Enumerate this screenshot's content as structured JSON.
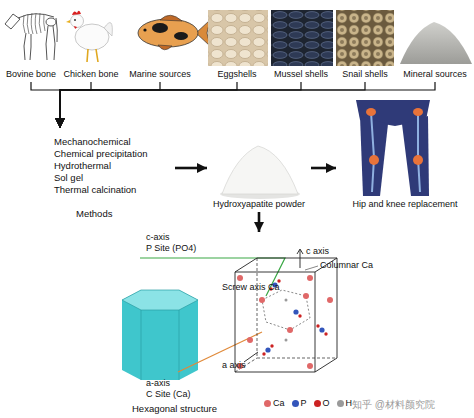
{
  "diagram": {
    "nodes": [
      {
        "text": [
          "Bovine bone"
        ]
      },
      {
        "text": [
          "Chicken bone"
        ]
      },
      {
        "text": [
          "Marine sources"
        ]
      },
      {
        "text": [
          "Eggshells"
        ]
      },
      {
        "text": [
          "Mussel shells"
        ]
      },
      {
        "text": [
          "Snail shells"
        ]
      },
      {
        "text": [
          "Mineral sources"
        ]
      },
      {
        "text": [
          "Mechanochemical",
          "Chemical precipitation",
          "Hydrothermal",
          "Sol gel",
          "Thermal calcination",
          "Methods"
        ]
      },
      {
        "text": [
          "Hydroxyapatite powder"
        ]
      },
      {
        "text": [
          "Hip and knee replacement"
        ]
      },
      {
        "text": [
          "Hexagonal structure"
        ]
      }
    ],
    "edges": [
      {
        "from": 0,
        "to": 7,
        "arrow": "to"
      },
      {
        "from": 1,
        "to": 7,
        "arrow": "to"
      },
      {
        "from": 2,
        "to": 7,
        "arrow": "to"
      },
      {
        "from": 3,
        "to": 7,
        "arrow": "to"
      },
      {
        "from": 4,
        "to": 7,
        "arrow": "to"
      },
      {
        "from": 5,
        "to": 7,
        "arrow": "to"
      },
      {
        "from": 6,
        "to": 7,
        "arrow": "to"
      },
      {
        "from": 7,
        "to": 8,
        "arrow": "to"
      },
      {
        "from": 8,
        "to": 9,
        "arrow": "to"
      },
      {
        "from": 8,
        "to": 10,
        "arrow": "to"
      }
    ],
    "labels": [
      "c-axis",
      "P Site (PO4)",
      "c axis",
      "Columnar Ca",
      "Screw axis Ca",
      "a axis",
      "a-axis",
      "C Site (Ca)",
      "知乎 @材料颜究院"
    ],
    "legend": [
      {
        "text": "Ca",
        "color": "#e06868"
      },
      {
        "text": "P",
        "color": "#3355bb"
      },
      {
        "text": "O",
        "color": "#cc2222"
      },
      {
        "text": "H",
        "color": "#9a9a9a"
      }
    ]
  }
}
